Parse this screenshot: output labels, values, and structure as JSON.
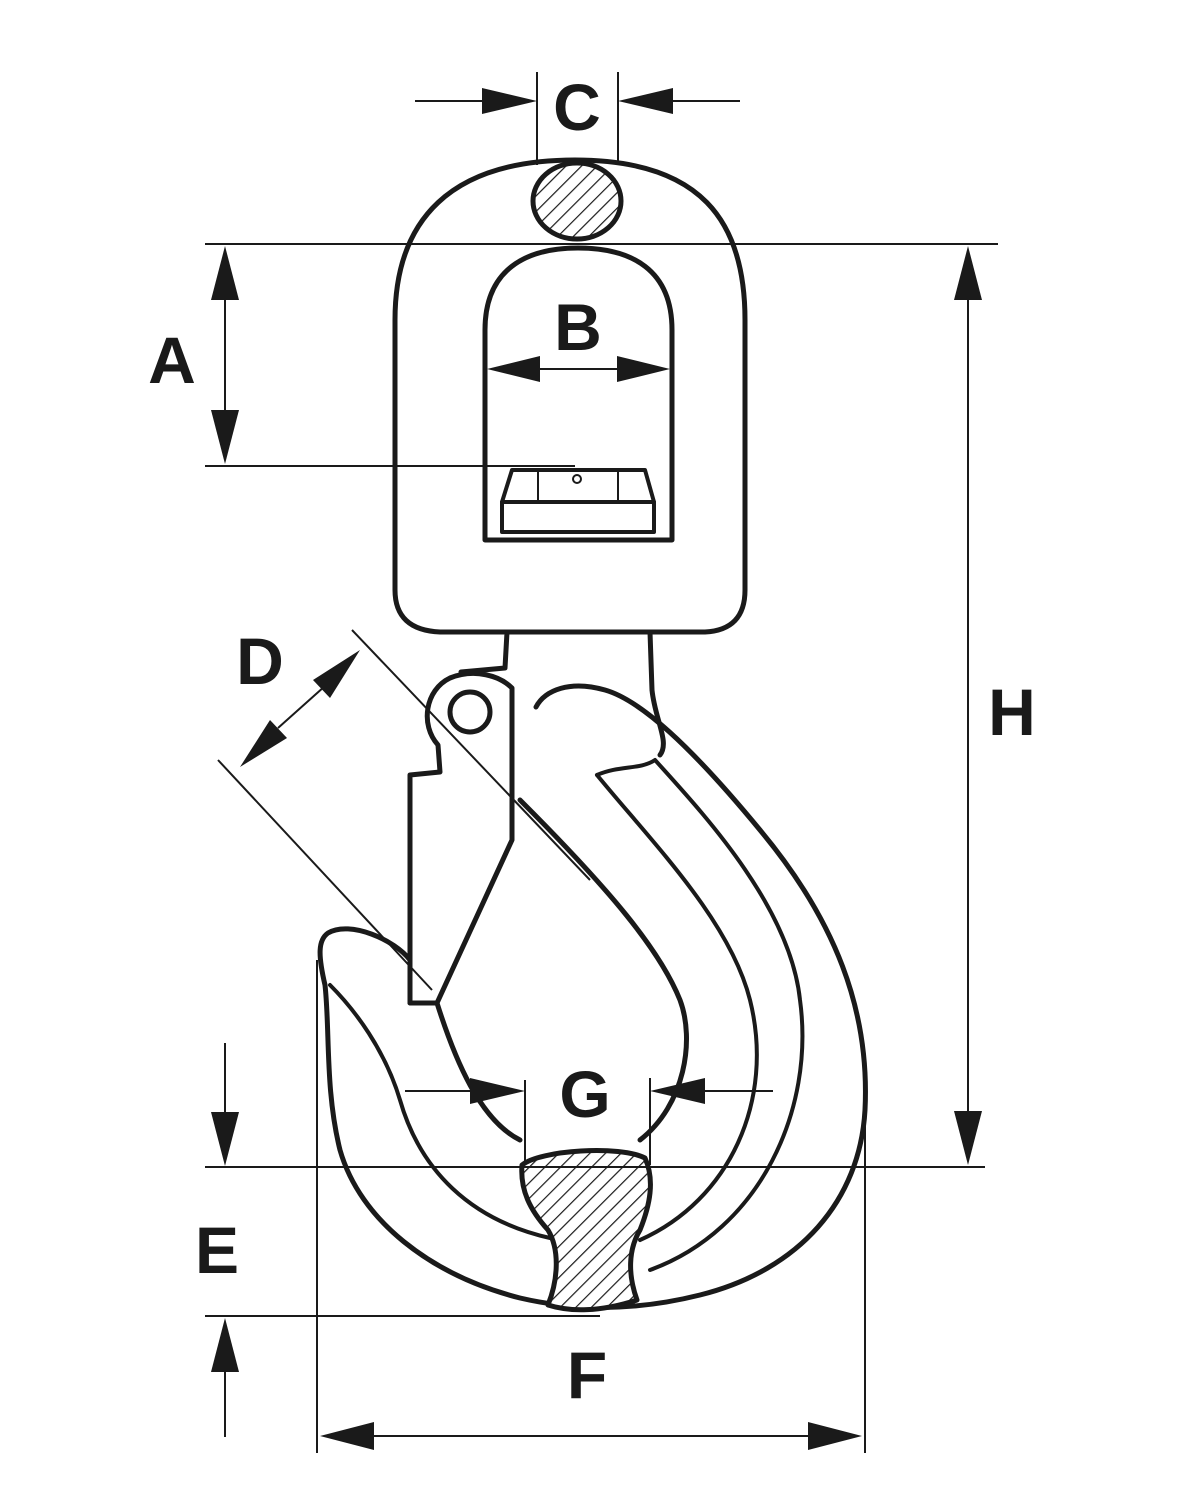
{
  "labels": {
    "a": "A",
    "b": "B",
    "c": "C",
    "d": "D",
    "e": "E",
    "f": "F",
    "g": "G",
    "h": "H"
  },
  "colors": {
    "line": "#1a1a1a",
    "background": "#ffffff"
  }
}
